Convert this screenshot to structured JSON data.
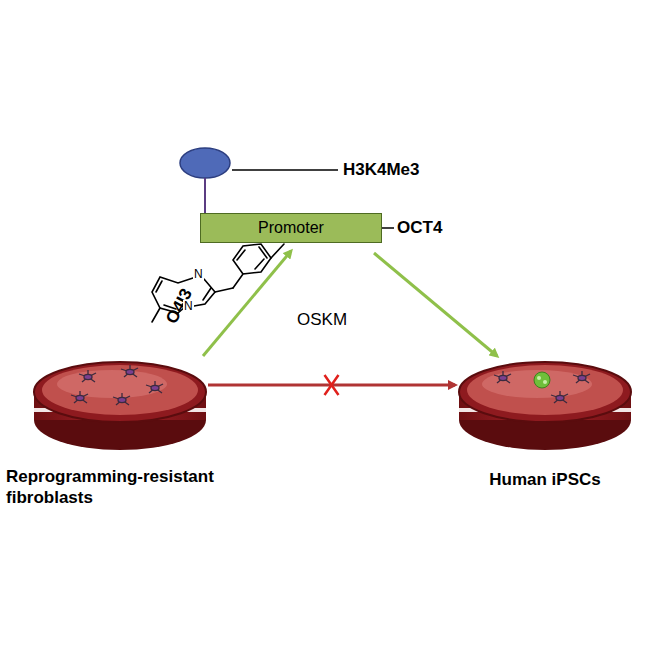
{
  "diagram": {
    "nodes": [
      {
        "text": [
          "Reprogramming-resistant fibroblasts"
        ]
      },
      {
        "text": [
          "Promoter"
        ]
      },
      {
        "text": [
          "Human iPSCs"
        ]
      }
    ],
    "edges": [
      {
        "from": 0,
        "to": 1,
        "arrow": "to"
      },
      {
        "from": 1,
        "to": 2,
        "arrow": "to"
      },
      {
        "from": 0,
        "to": 2,
        "arrow": "to"
      }
    ],
    "labels": [
      "H3K4Me3",
      "OCT4",
      "OSKM",
      "O4I3",
      "N",
      "N"
    ]
  }
}
